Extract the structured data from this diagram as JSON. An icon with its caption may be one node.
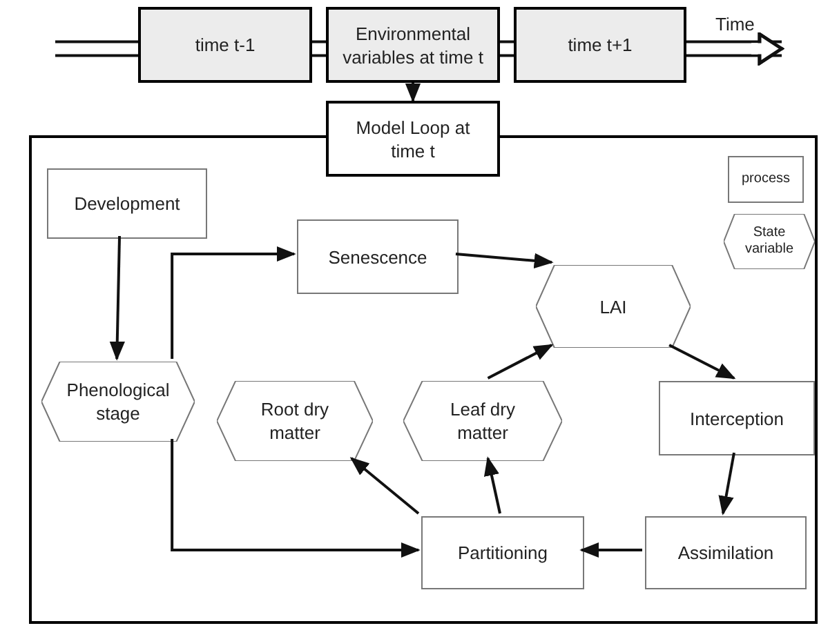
{
  "diagram": {
    "nodes": [
      {
        "text": [
          "time t-1"
        ]
      },
      {
        "text": [
          "Environmental variables at time t"
        ]
      },
      {
        "text": [
          "time t+1"
        ]
      },
      {
        "text": [
          "Model Loop at time t"
        ]
      },
      {
        "text": [],
        "shape": "box"
      },
      {
        "text": [
          "Development"
        ],
        "in": 4
      },
      {
        "text": [
          "Senescence"
        ],
        "in": 4
      },
      {
        "text": [
          "LAI"
        ],
        "in": 4
      },
      {
        "text": [
          "Phenological stage"
        ],
        "in": 4
      },
      {
        "text": [
          "Root dry matter"
        ],
        "in": 4
      },
      {
        "text": [
          "Leaf dry matter"
        ],
        "in": 4
      },
      {
        "text": [
          "Interception"
        ],
        "in": 4
      },
      {
        "text": [
          "Partitioning"
        ],
        "in": 4
      },
      {
        "text": [
          "Assimilation"
        ],
        "in": 4
      }
    ],
    "edges": [
      {
        "from": null,
        "to": 0,
        "arrow": "none",
        "style": "thick"
      },
      {
        "from": 0,
        "to": 1,
        "arrow": "none",
        "style": "thick"
      },
      {
        "from": 1,
        "to": 2,
        "arrow": "none",
        "style": "thick"
      },
      {
        "from": 2,
        "to": null,
        "arrow": "to",
        "style": "thick"
      },
      {
        "from": 1,
        "to": 3,
        "arrow": "to"
      },
      {
        "from": 5,
        "to": 8,
        "arrow": "to"
      },
      {
        "from": 8,
        "to": 6,
        "arrow": "to"
      },
      {
        "from": 6,
        "to": 7,
        "arrow": "to"
      },
      {
        "from": 7,
        "to": 11,
        "arrow": "to"
      },
      {
        "from": 11,
        "to": 13,
        "arrow": "to"
      },
      {
        "from": 13,
        "to": 12,
        "arrow": "to"
      },
      {
        "from": 8,
        "to": 12,
        "arrow": "to"
      },
      {
        "from": 12,
        "to": 9,
        "arrow": "to"
      },
      {
        "from": 12,
        "to": 10,
        "arrow": "to"
      },
      {
        "from": 10,
        "to": 7,
        "arrow": "to"
      }
    ],
    "labels": [
      "Time"
    ],
    "legend": [
      {
        "text": "process"
      },
      {
        "text": "State variable"
      }
    ]
  }
}
